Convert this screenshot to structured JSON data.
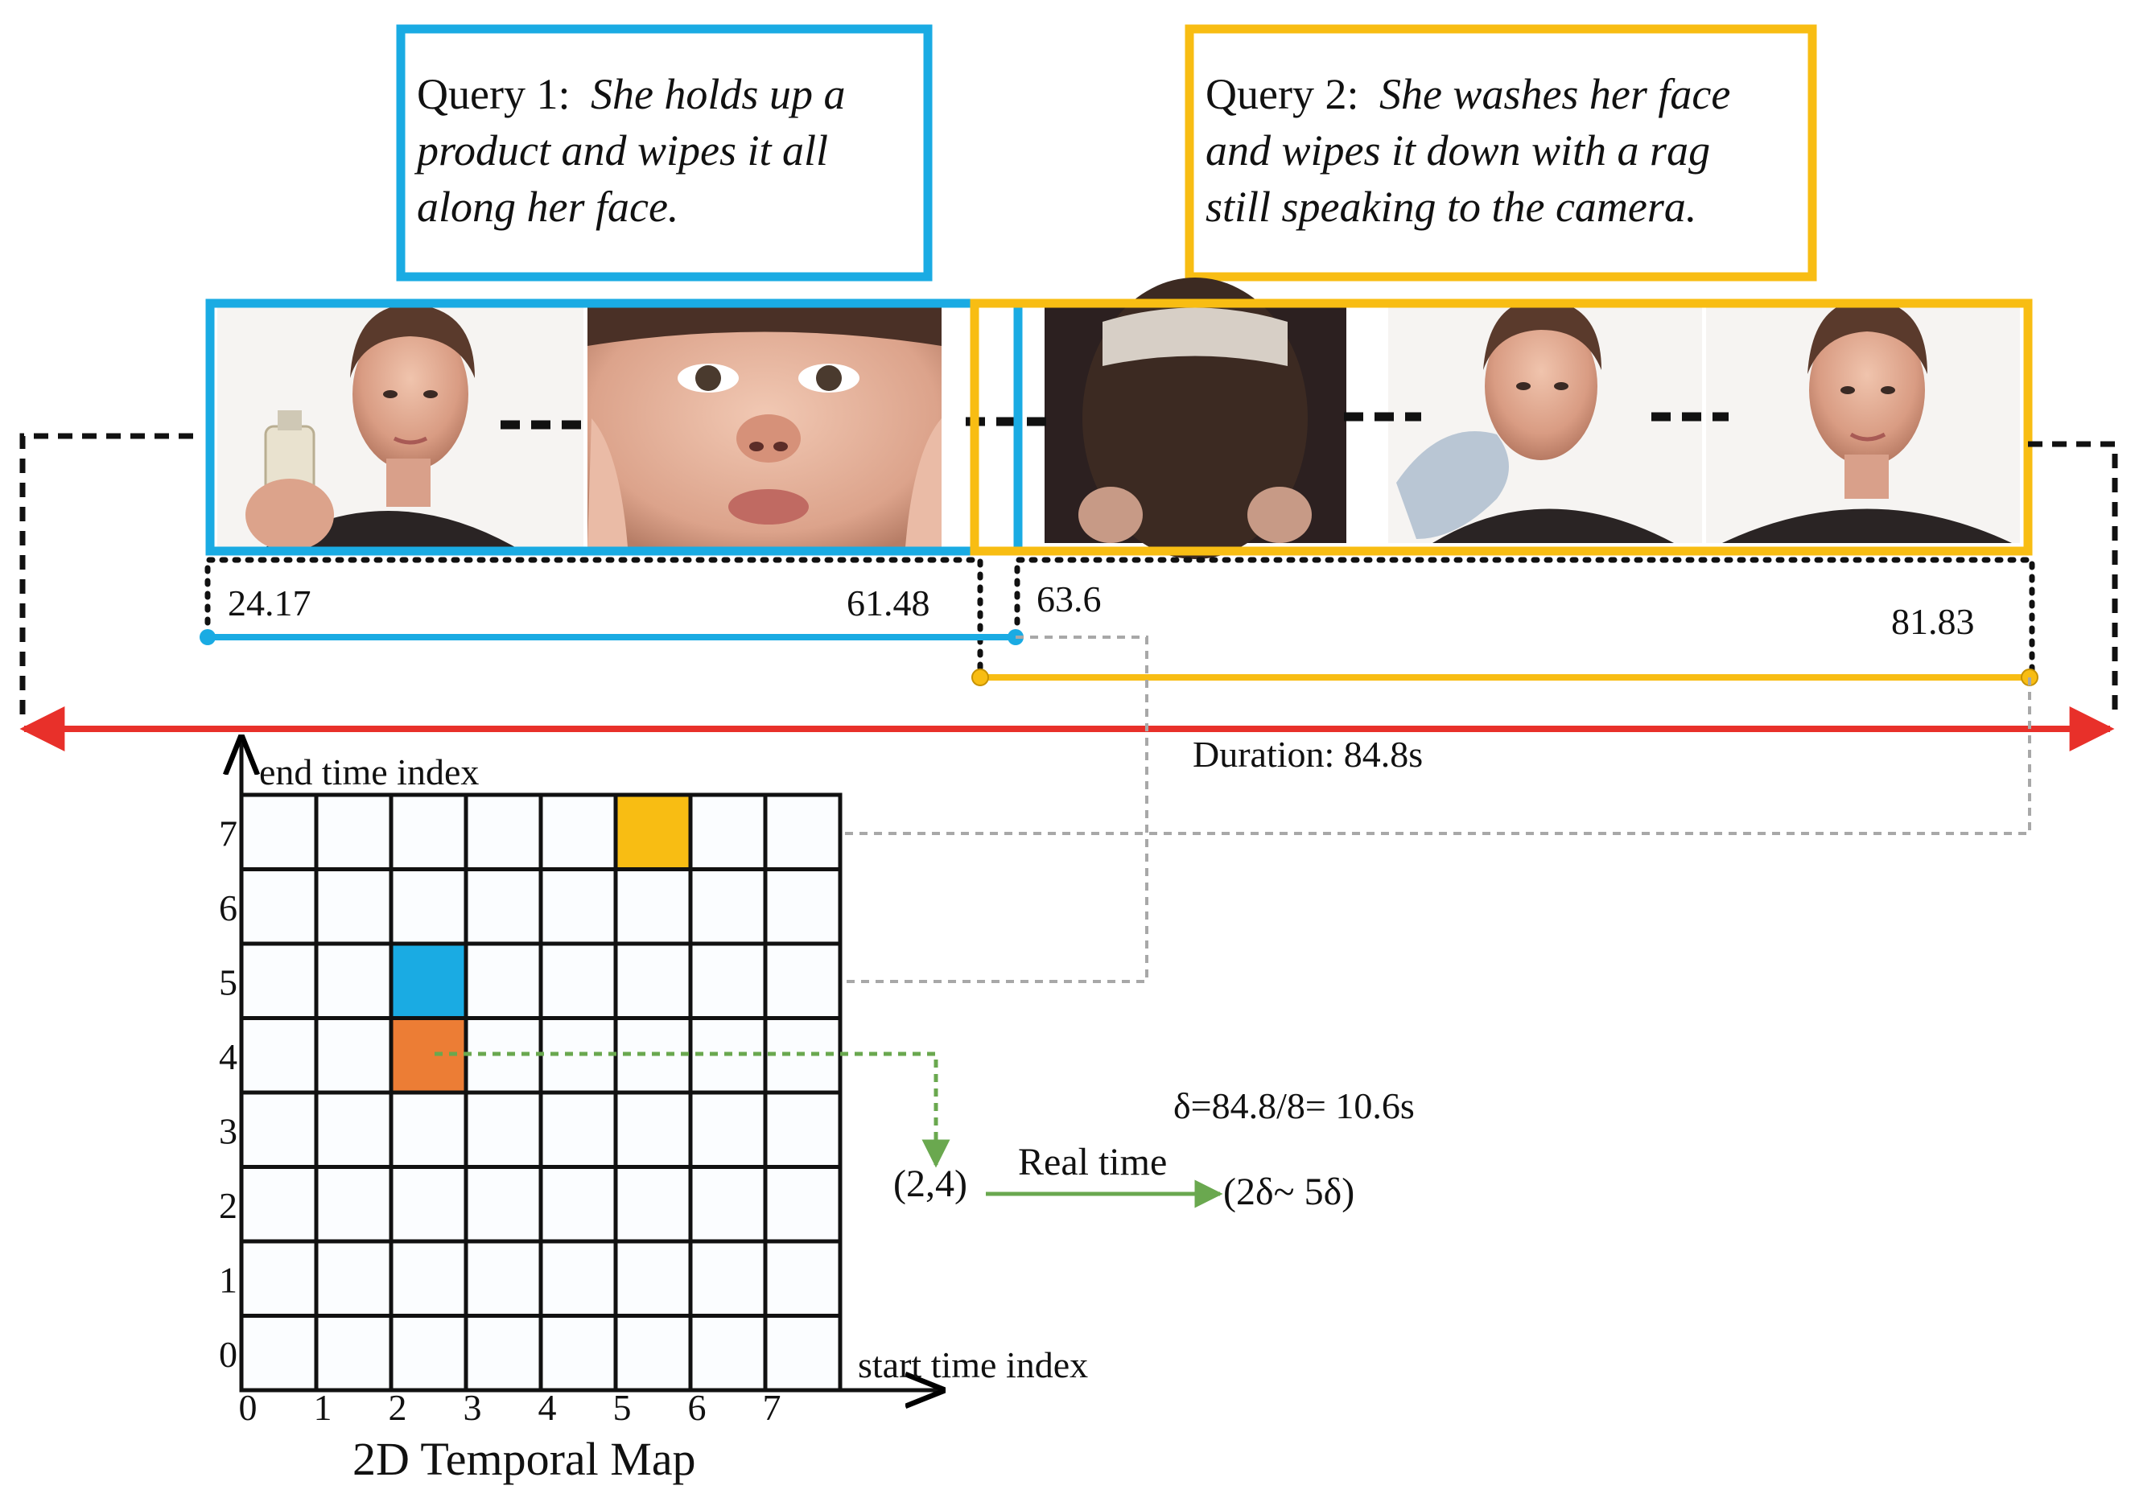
{
  "queries": [
    {
      "prefix": "Query 1:",
      "lines": [
        "She holds up a",
        "product and wipes it all",
        "along her face."
      ],
      "color": "#1aabe3"
    },
    {
      "prefix": "Query 2:",
      "lines": [
        "She washes her face",
        "and wipes it down with a rag",
        "still speaking to the camera."
      ],
      "color": "#f8bd13"
    }
  ],
  "timestamps": {
    "q1_start": "24.17",
    "q1_end": "61.48",
    "q2_start": "63.6",
    "q2_end": "81.83"
  },
  "duration_label": "Duration: 84.8s",
  "map": {
    "title": "2D Temporal Map",
    "y_axis_label": "end time index",
    "x_axis_label": "start time index",
    "x_ticks": [
      "0",
      "1",
      "2",
      "3",
      "4",
      "5",
      "6",
      "7"
    ],
    "y_ticks": [
      "7",
      "6",
      "5",
      "4",
      "3",
      "2",
      "1",
      "0"
    ],
    "highlighted_cells": [
      {
        "start": 5,
        "end": 7,
        "color": "#f8bd13"
      },
      {
        "start": 2,
        "end": 5,
        "color": "#1aabe3"
      },
      {
        "start": 2,
        "end": 4,
        "color": "#ec7d35"
      }
    ]
  },
  "formula": {
    "delta": "δ=84.8/8= 10.6s",
    "index_pair": "(2,4)",
    "arrow_label": "Real time",
    "result": "(2δ~ 5δ)"
  },
  "colors": {
    "blue": "#1aabe3",
    "yellow": "#f8bd13",
    "orange": "#ec7d35",
    "red": "#e8302a",
    "green": "#6aa84f",
    "gray": "#a8a8a8"
  }
}
